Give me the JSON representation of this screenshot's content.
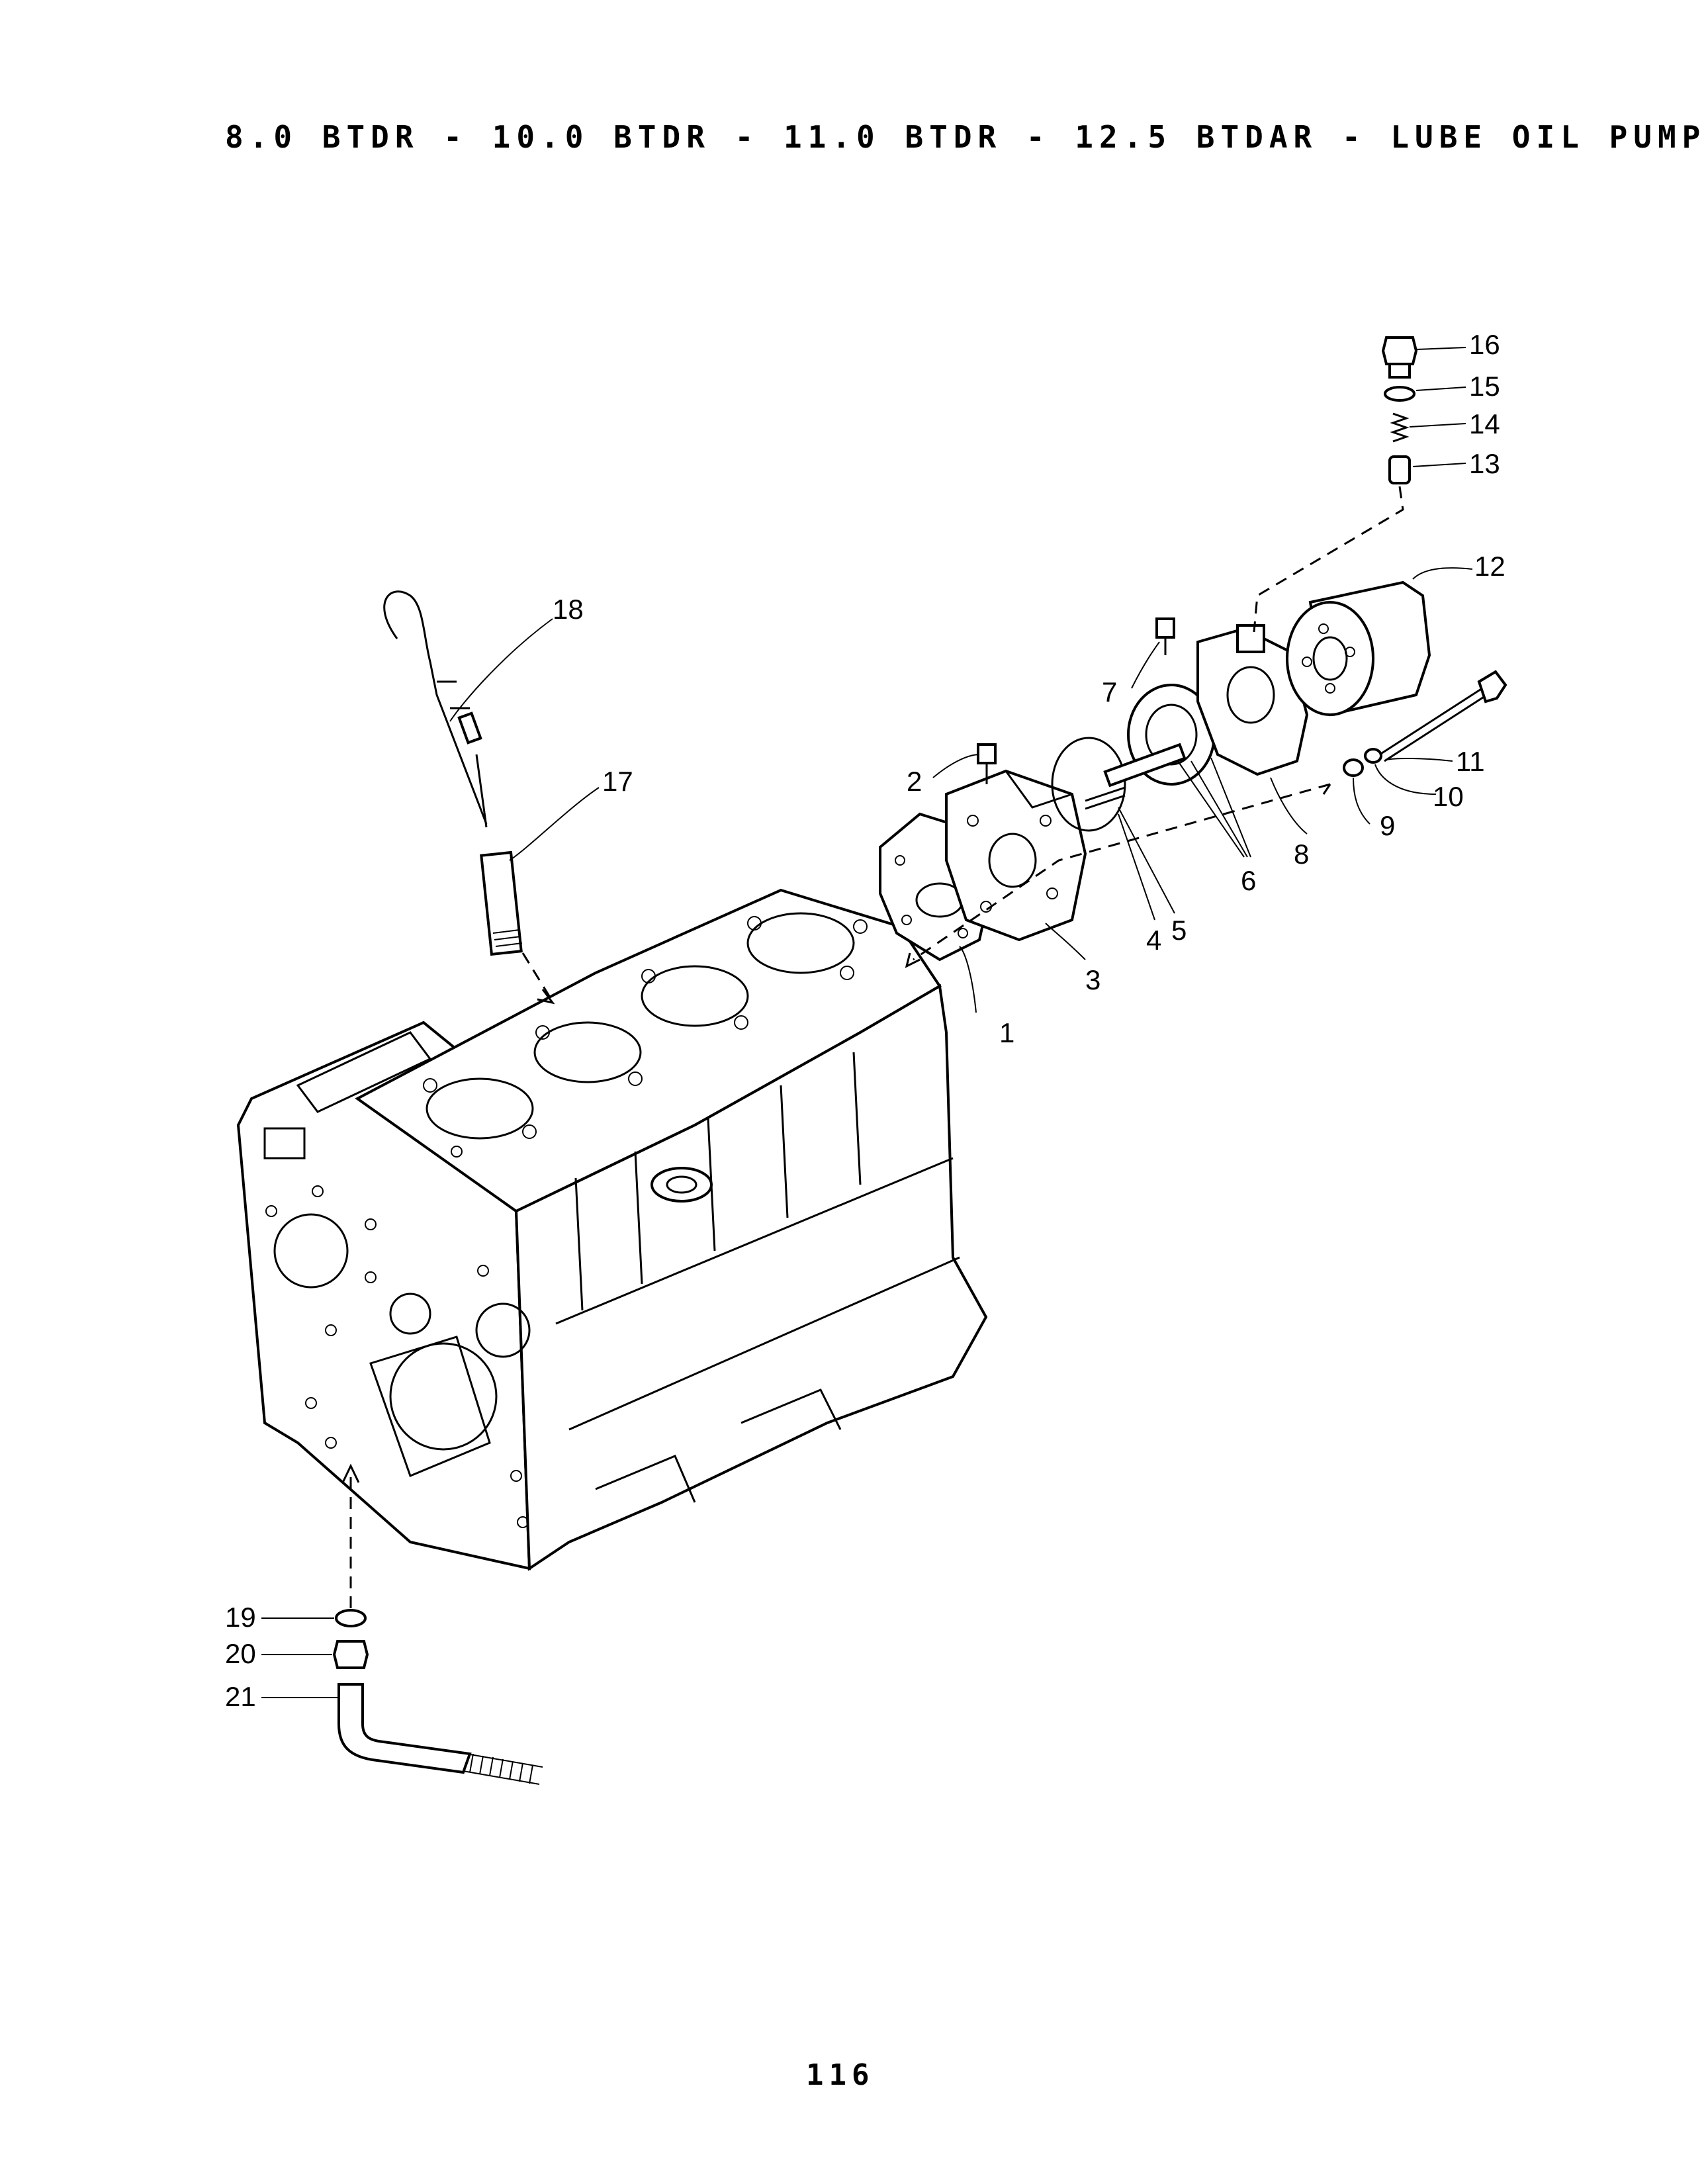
{
  "page": {
    "title": "8.0 BTDR - 10.0 BTDR - 11.0 BTDR - 12.5 BTDAR - LUBE OIL PUMP",
    "page_number": "116"
  },
  "callouts": {
    "c1": "1",
    "c2": "2",
    "c3": "3",
    "c4": "4",
    "c5": "5",
    "c6": "6",
    "c7": "7",
    "c8": "8",
    "c9": "9",
    "c10": "10",
    "c11": "11",
    "c12": "12",
    "c13": "13",
    "c14": "14",
    "c15": "15",
    "c16": "16",
    "c17": "17",
    "c18": "18",
    "c19": "19",
    "c20": "20",
    "c21": "21"
  }
}
